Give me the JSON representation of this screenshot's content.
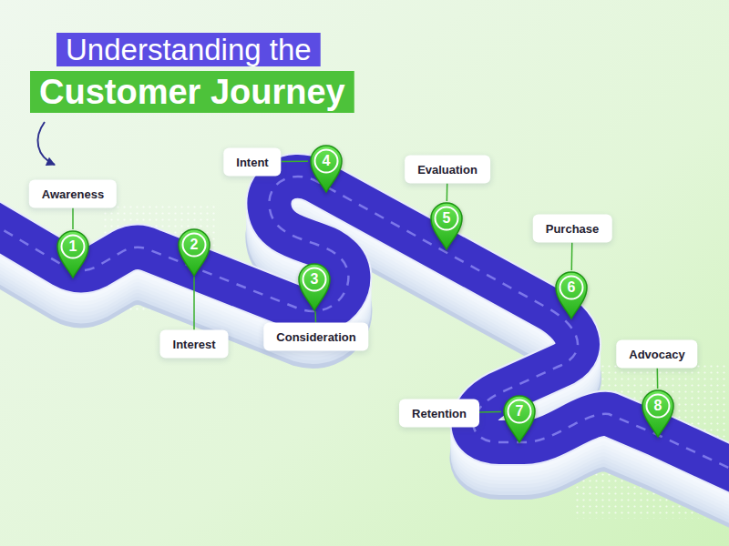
{
  "diagram": {
    "title": "Understanding the Customer Journey",
    "nodes": [
      {
        "text": [
          "Awareness"
        ]
      },
      {
        "text": [
          "1"
        ]
      },
      {
        "text": [
          "Interest"
        ]
      },
      {
        "text": [
          "2"
        ]
      },
      {
        "text": [
          "Consideration"
        ]
      },
      {
        "text": [
          "3"
        ]
      },
      {
        "text": [
          "Intent"
        ]
      },
      {
        "text": [
          "4"
        ]
      },
      {
        "text": [
          "Evaluation"
        ]
      },
      {
        "text": [
          "5"
        ]
      },
      {
        "text": [
          "Purchase"
        ]
      },
      {
        "text": [
          "6"
        ]
      },
      {
        "text": [
          "Retention"
        ]
      },
      {
        "text": [
          "7"
        ]
      },
      {
        "text": [
          "Advocacy"
        ]
      },
      {
        "text": [
          "8"
        ]
      }
    ],
    "edges": [
      {
        "from": 0,
        "to": 1,
        "arrow": "none"
      },
      {
        "from": 2,
        "to": 3,
        "arrow": "none"
      },
      {
        "from": 4,
        "to": 5,
        "arrow": "none"
      },
      {
        "from": 6,
        "to": 7,
        "arrow": "none"
      },
      {
        "from": 8,
        "to": 9,
        "arrow": "none"
      },
      {
        "from": 10,
        "to": 11,
        "arrow": "none"
      },
      {
        "from": 12,
        "to": 13,
        "arrow": "none"
      },
      {
        "from": 14,
        "to": 15,
        "arrow": "none"
      }
    ]
  }
}
